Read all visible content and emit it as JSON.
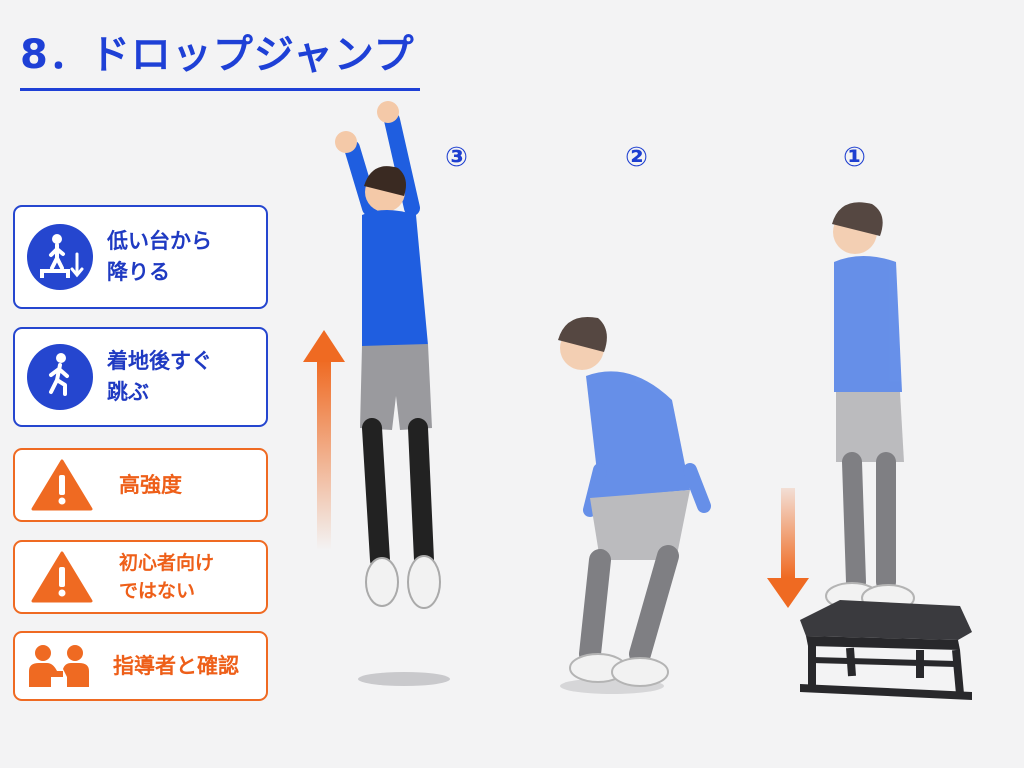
{
  "title": "8．ドロップジャンプ",
  "cards": [
    {
      "text": "低い台から\n降りる",
      "icon": "step-down-person-icon",
      "color": "#2546cf"
    },
    {
      "text": "着地後すぐ\n跳ぶ",
      "icon": "walking-person-icon",
      "color": "#2546cf"
    },
    {
      "text": "高強度",
      "icon": "warning-icon",
      "color": "#ef6a22"
    },
    {
      "text": "初心者向け\nではない",
      "icon": "warning-icon",
      "color": "#ef6a22"
    },
    {
      "text": "指導者と確認",
      "icon": "instructor-icon",
      "color": "#ef6a22"
    }
  ],
  "steps": [
    "③",
    "②",
    "①"
  ],
  "colors": {
    "primary": "#1e40d6",
    "warning": "#ef6a22",
    "jacket": "#1f5ee0"
  }
}
